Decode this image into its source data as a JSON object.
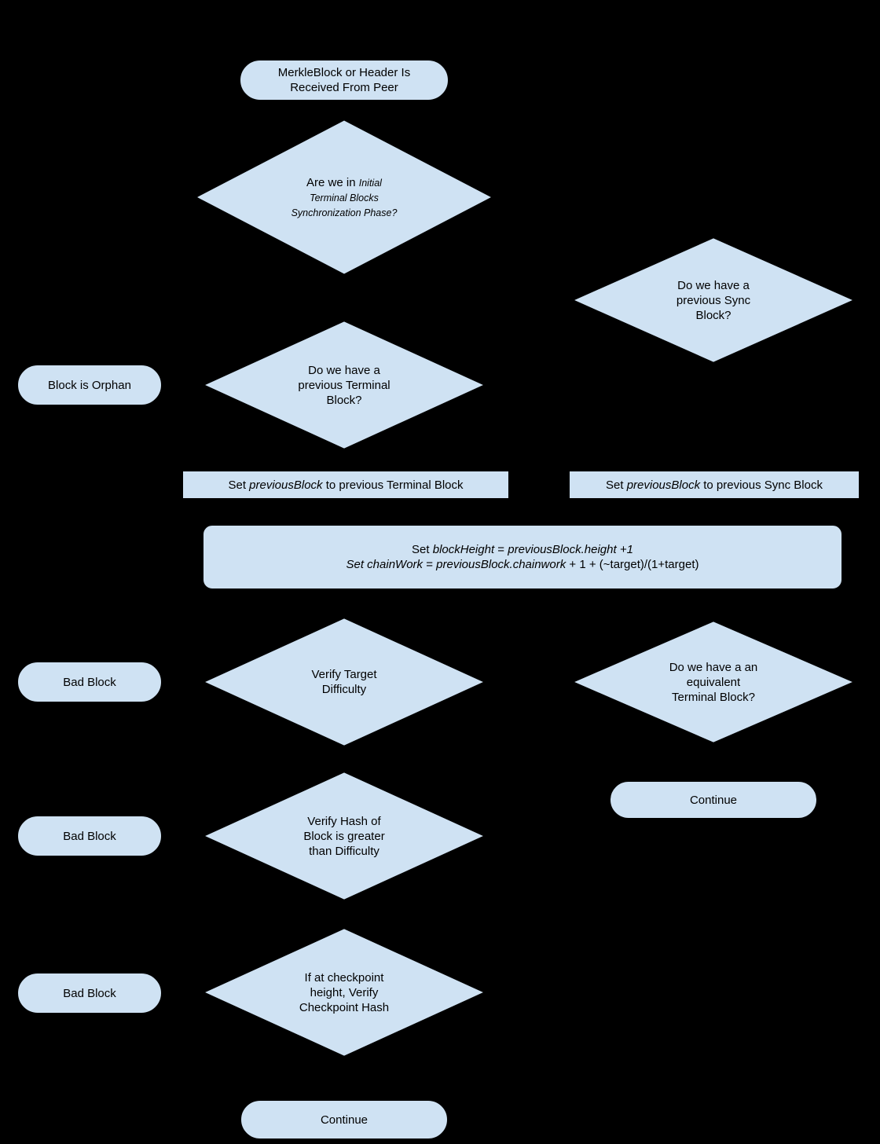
{
  "diagram": {
    "title": "MerkleBlock / Header validation flowchart",
    "background": "#000000",
    "node_fill": "#cfe2f3",
    "node_stroke": "#000000",
    "text_color": "#000000",
    "nodes": {
      "start": {
        "type": "stadium",
        "lines": [
          [
            {
              "t": "MerkleBlock or Header Is"
            }
          ],
          [
            {
              "t": "Received From Peer"
            }
          ]
        ]
      },
      "itb_phase": {
        "type": "diamond",
        "lines": [
          [
            {
              "t": "Are we in "
            },
            {
              "t": "Initial",
              "i": true,
              "s": true
            }
          ],
          [
            {
              "t": "Terminal Blocks",
              "i": true,
              "s": true
            }
          ],
          [
            {
              "t": "Synchronization Phase?",
              "i": true,
              "s": true
            }
          ]
        ]
      },
      "prev_sync": {
        "type": "diamond",
        "lines": [
          [
            {
              "t": "Do we have a"
            }
          ],
          [
            {
              "t": "previous Sync"
            }
          ],
          [
            {
              "t": "Block?"
            }
          ]
        ]
      },
      "block_orphan": {
        "type": "stadium",
        "lines": [
          [
            {
              "t": "Block is Orphan"
            }
          ]
        ]
      },
      "prev_terminal": {
        "type": "diamond",
        "lines": [
          [
            {
              "t": "Do we have a"
            }
          ],
          [
            {
              "t": "previous Terminal"
            }
          ],
          [
            {
              "t": "Block?"
            }
          ]
        ]
      },
      "set_prev_terminal": {
        "type": "rect",
        "lines": [
          [
            {
              "t": "Set "
            },
            {
              "t": "previousBlock",
              "i": true
            },
            {
              "t": " to previous Terminal Block"
            }
          ]
        ]
      },
      "set_prev_sync": {
        "type": "rect",
        "lines": [
          [
            {
              "t": "Set "
            },
            {
              "t": "previousBlock",
              "i": true
            },
            {
              "t": " to previous Sync Block"
            }
          ]
        ]
      },
      "set_height_work": {
        "type": "roundrect",
        "lines": [
          [
            {
              "t": "Set "
            },
            {
              "t": "blockHeight",
              "i": true
            },
            {
              "t": " = "
            },
            {
              "t": "previousBlock.height",
              "i": true
            },
            {
              "t": " +1",
              "i": true
            }
          ],
          [
            {
              "t": "Set chainWork",
              "i": true
            },
            {
              "t": " = "
            },
            {
              "t": "previousBlock.chainwork",
              "i": true
            },
            {
              "t": " + 1 + (~target)/(1+target)"
            }
          ]
        ]
      },
      "bad_block_1": {
        "type": "stadium",
        "lines": [
          [
            {
              "t": "Bad Block"
            }
          ]
        ]
      },
      "verify_target": {
        "type": "diamond",
        "lines": [
          [
            {
              "t": "Verify Target"
            }
          ],
          [
            {
              "t": "Difficulty"
            }
          ]
        ]
      },
      "equiv_terminal": {
        "type": "diamond",
        "lines": [
          [
            {
              "t": "Do we have a an"
            }
          ],
          [
            {
              "t": "equivalent"
            }
          ],
          [
            {
              "t": "Terminal Block?"
            }
          ]
        ]
      },
      "continue_right": {
        "type": "stadium",
        "lines": [
          [
            {
              "t": "Continue"
            }
          ]
        ]
      },
      "bad_block_2": {
        "type": "stadium",
        "lines": [
          [
            {
              "t": "Bad Block"
            }
          ]
        ]
      },
      "verify_hash": {
        "type": "diamond",
        "lines": [
          [
            {
              "t": "Verify Hash of"
            }
          ],
          [
            {
              "t": "Block is greater"
            }
          ],
          [
            {
              "t": "than Difficulty"
            }
          ]
        ]
      },
      "bad_block_3": {
        "type": "stadium",
        "lines": [
          [
            {
              "t": "Bad Block"
            }
          ]
        ]
      },
      "checkpoint": {
        "type": "diamond",
        "lines": [
          [
            {
              "t": "If at checkpoint"
            }
          ],
          [
            {
              "t": "height, Verify"
            }
          ],
          [
            {
              "t": "Checkpoint Hash"
            }
          ]
        ]
      },
      "continue_bottom": {
        "type": "stadium",
        "lines": [
          [
            {
              "t": "Continue"
            }
          ]
        ]
      }
    }
  }
}
